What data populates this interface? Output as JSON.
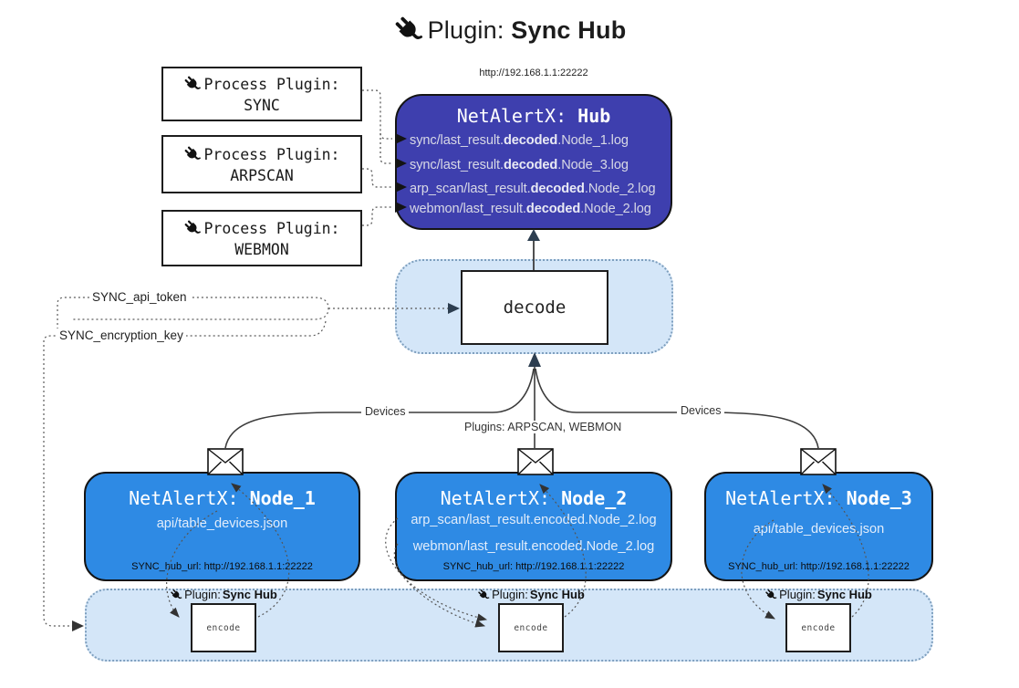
{
  "title": {
    "prefix": "Plugin: ",
    "bold": "Sync Hub"
  },
  "process_plugins": [
    {
      "label": "Process Plugin:",
      "name": "SYNC"
    },
    {
      "label": "Process Plugin:",
      "name": "ARPSCAN"
    },
    {
      "label": "Process Plugin:",
      "name": "WEBMON"
    }
  ],
  "hub": {
    "url": "http://192.168.1.1:22222",
    "title": {
      "pre": "NetAlertX: ",
      "bold": "Hub"
    },
    "lines": [
      {
        "pre": "sync/last_result.",
        "bold": "decoded",
        "post": ".Node_1.log"
      },
      {
        "pre": "sync/last_result.",
        "bold": "decoded",
        "post": ".Node_3.log"
      },
      {
        "pre": "arp_scan/last_result.",
        "bold": "decoded",
        "post": ".Node_2.log"
      },
      {
        "pre": "webmon/last_result.",
        "bold": "decoded",
        "post": ".Node_2.log"
      }
    ]
  },
  "decode_label": "decode",
  "keys": {
    "api_token": "SYNC_api_token",
    "encryption_key": "SYNC_encryption_key"
  },
  "edges": {
    "devices_left": "Devices",
    "plugins_mid": "Plugins: ARPSCAN, WEBMON",
    "devices_right": "Devices"
  },
  "nodes": [
    {
      "title": {
        "pre": "NetAlertX: ",
        "bold": "Node_1"
      },
      "lines": [
        "api/table_devices.json"
      ],
      "hub_url": "SYNC_hub_url: http://192.168.1.1:22222"
    },
    {
      "title": {
        "pre": "NetAlertX: ",
        "bold": "Node_2"
      },
      "lines": [
        "arp_scan/last_result.encoded.Node_2.log",
        "webmon/last_result.encoded.Node_2.log"
      ],
      "hub_url": "SYNC_hub_url: http://192.168.1.1:22222"
    },
    {
      "title": {
        "pre": "NetAlertX: ",
        "bold": "Node_3"
      },
      "lines": [
        "api/table_devices.json"
      ],
      "hub_url": "SYNC_hub_url: http://192.168.1.1:22222"
    }
  ],
  "encode": {
    "label": "encode",
    "plugin_prefix": "Plugin: ",
    "plugin_bold": "Sync Hub"
  },
  "colors": {
    "hub_bg": "#3e3fae",
    "node_bg": "#2e8ae4",
    "panel_bg": "#d4e6f8",
    "panel_border": "#7e9fbe",
    "arrow_dark": "#2d3e50"
  }
}
